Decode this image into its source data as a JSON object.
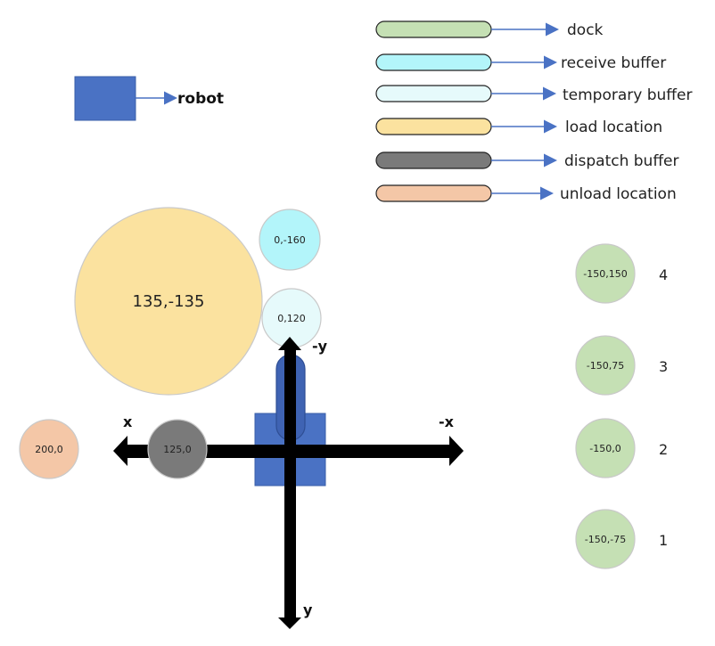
{
  "legend": {
    "robot": {
      "label": "robot",
      "color": "#4A72C4"
    },
    "items": [
      {
        "key": "dock",
        "label": "dock",
        "color": "#C5E0B4"
      },
      {
        "key": "receive",
        "label": "receive buffer",
        "color": "#B3F5FA"
      },
      {
        "key": "temporary",
        "label": "temporary buffer",
        "color": "#E6FAFB"
      },
      {
        "key": "load",
        "label": "load location",
        "color": "#FBE29F"
      },
      {
        "key": "dispatch",
        "label": "dispatch buffer",
        "color": "#7A7A7A"
      },
      {
        "key": "unload",
        "label": "unload location",
        "color": "#F4C7A7"
      }
    ],
    "arrow_color": "#4A72C4"
  },
  "axes": {
    "x_label": "x",
    "neg_x_label": "-x",
    "y_label": "y",
    "neg_y_label": "-y"
  },
  "locations": {
    "load": {
      "coord": "135,-135"
    },
    "receive": {
      "coord": "0,-160"
    },
    "temporary": {
      "coord": "0,120"
    },
    "dispatch": {
      "coord": "125,0"
    },
    "unload": {
      "coord": "200,0"
    }
  },
  "docks": [
    {
      "number": "4",
      "coord": "-150,150"
    },
    {
      "number": "3",
      "coord": "-150,75"
    },
    {
      "number": "2",
      "coord": "-150,0"
    },
    {
      "number": "1",
      "coord": "-150,-75"
    }
  ]
}
